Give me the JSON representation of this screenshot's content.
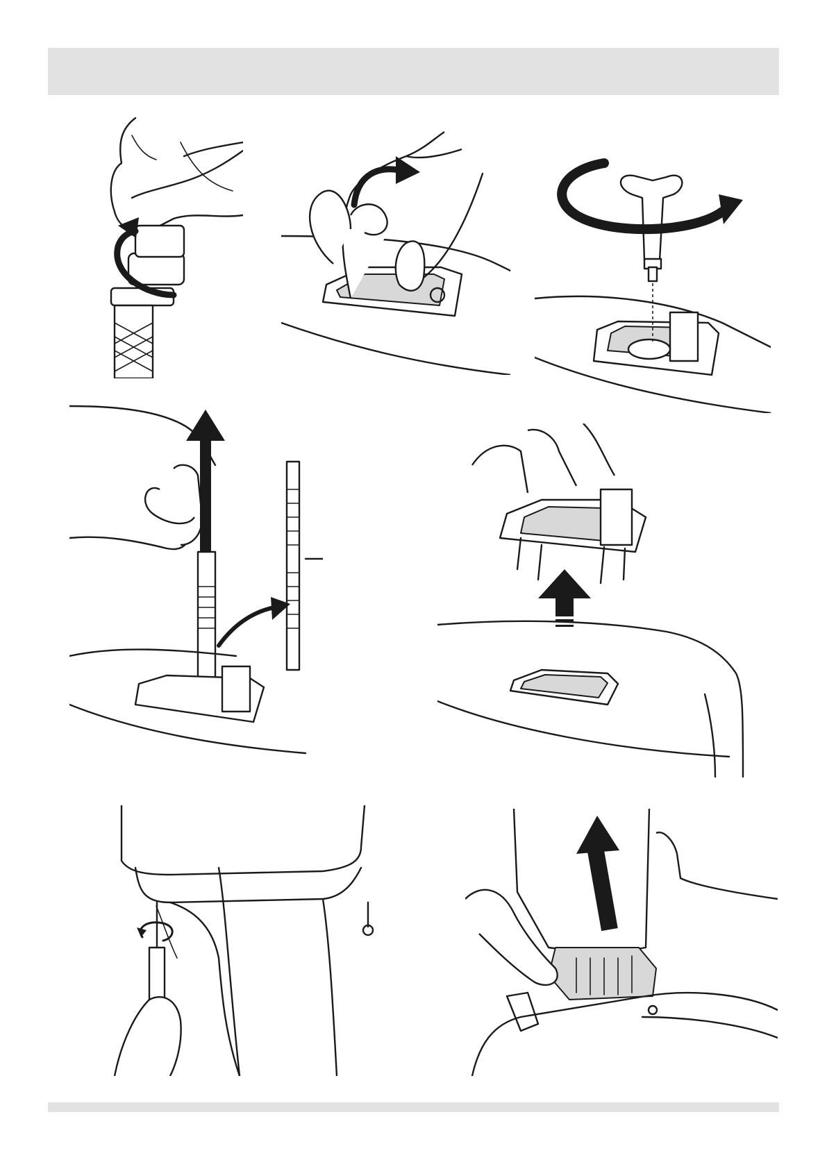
{
  "page": {
    "header_band": "",
    "footer_band": ""
  },
  "figures": [
    {
      "id": "fig-1",
      "icon": "unscrew-hose-nut"
    },
    {
      "id": "fig-2",
      "icon": "lift-flush-button"
    },
    {
      "id": "fig-3",
      "icon": "rotate-key-tool"
    },
    {
      "id": "fig-4",
      "icon": "pull-out-filter-rod"
    },
    {
      "id": "fig-5",
      "icon": "lift-out-button-housing"
    },
    {
      "id": "fig-6",
      "icon": "unscrew-cistern-screws"
    },
    {
      "id": "fig-7",
      "icon": "lift-off-cistern"
    }
  ],
  "colors": {
    "band": "#e2e2e2",
    "ink": "#1a1a1a",
    "shade": "#d8d8d8"
  }
}
